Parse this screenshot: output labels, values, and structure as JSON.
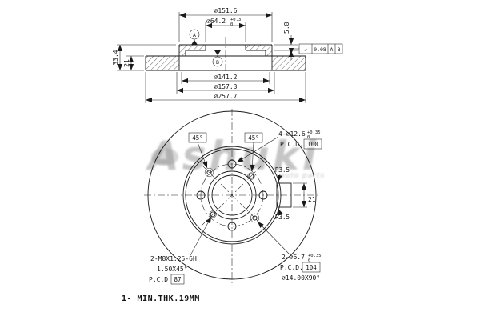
{
  "watermark": {
    "main": "Ashuki",
    "sub": "auto parts"
  },
  "note": "1- MIN.THK.19MM",
  "section": {
    "dia_outer_top": "⌀151.6",
    "dia_bore": "⌀64.2",
    "dia_bore_tol_hi": "+0.3",
    "dia_bore_tol_lo": "0",
    "flange_thk": "5.8",
    "height_total": "33.4",
    "height_ring": "21",
    "dia_inner": "⌀141.2",
    "dia_mid": "⌀157.3",
    "dia_outer": "⌀257.7",
    "datum_a": "A",
    "datum_b": "B",
    "fcf": {
      "sym": "↗",
      "tol": "0.08",
      "d1": "A",
      "d2": "B"
    }
  },
  "front": {
    "angle_left": "45°",
    "angle_right": "45°",
    "lug": {
      "label": "4-⌀12.6",
      "tol_hi": "+0.35",
      "tol_lo": "0",
      "pcd_label": "P.C.D.",
      "pcd": "100"
    },
    "fillet_top": "R3.5",
    "fillet_bottom": "R3.5",
    "rim_thk": "21",
    "thread": {
      "label": "2-M8X1.25-6H",
      "chamfer": "1.50X45°",
      "pcd_label": "P.C.D.",
      "pcd": "87"
    },
    "pin": {
      "label": "2-⌀6.7",
      "tol_hi": "+0.35",
      "tol_lo": "0",
      "pcd_label": "P.C.D.",
      "pcd": "104",
      "csk": "⌀14.00X90°"
    }
  }
}
